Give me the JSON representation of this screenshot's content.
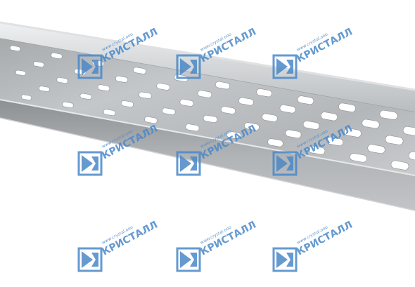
{
  "image": {
    "subject": "perforated metal cable tray",
    "background": "#ffffff",
    "colors": {
      "tray_top": "#b8bbbe",
      "tray_shadow": "#8e9194",
      "tray_side": "#a9acaf",
      "tray_edge_highlight": "#e9eaeb",
      "perforation": "#ffffff",
      "watermark": "#4a88c8"
    }
  },
  "watermark": {
    "brand": "КРИСТАЛЛ",
    "site": "www.crystal.ooo",
    "icon": "kristall-logo-icon",
    "grid": {
      "rows": 3,
      "columns": 3
    }
  }
}
